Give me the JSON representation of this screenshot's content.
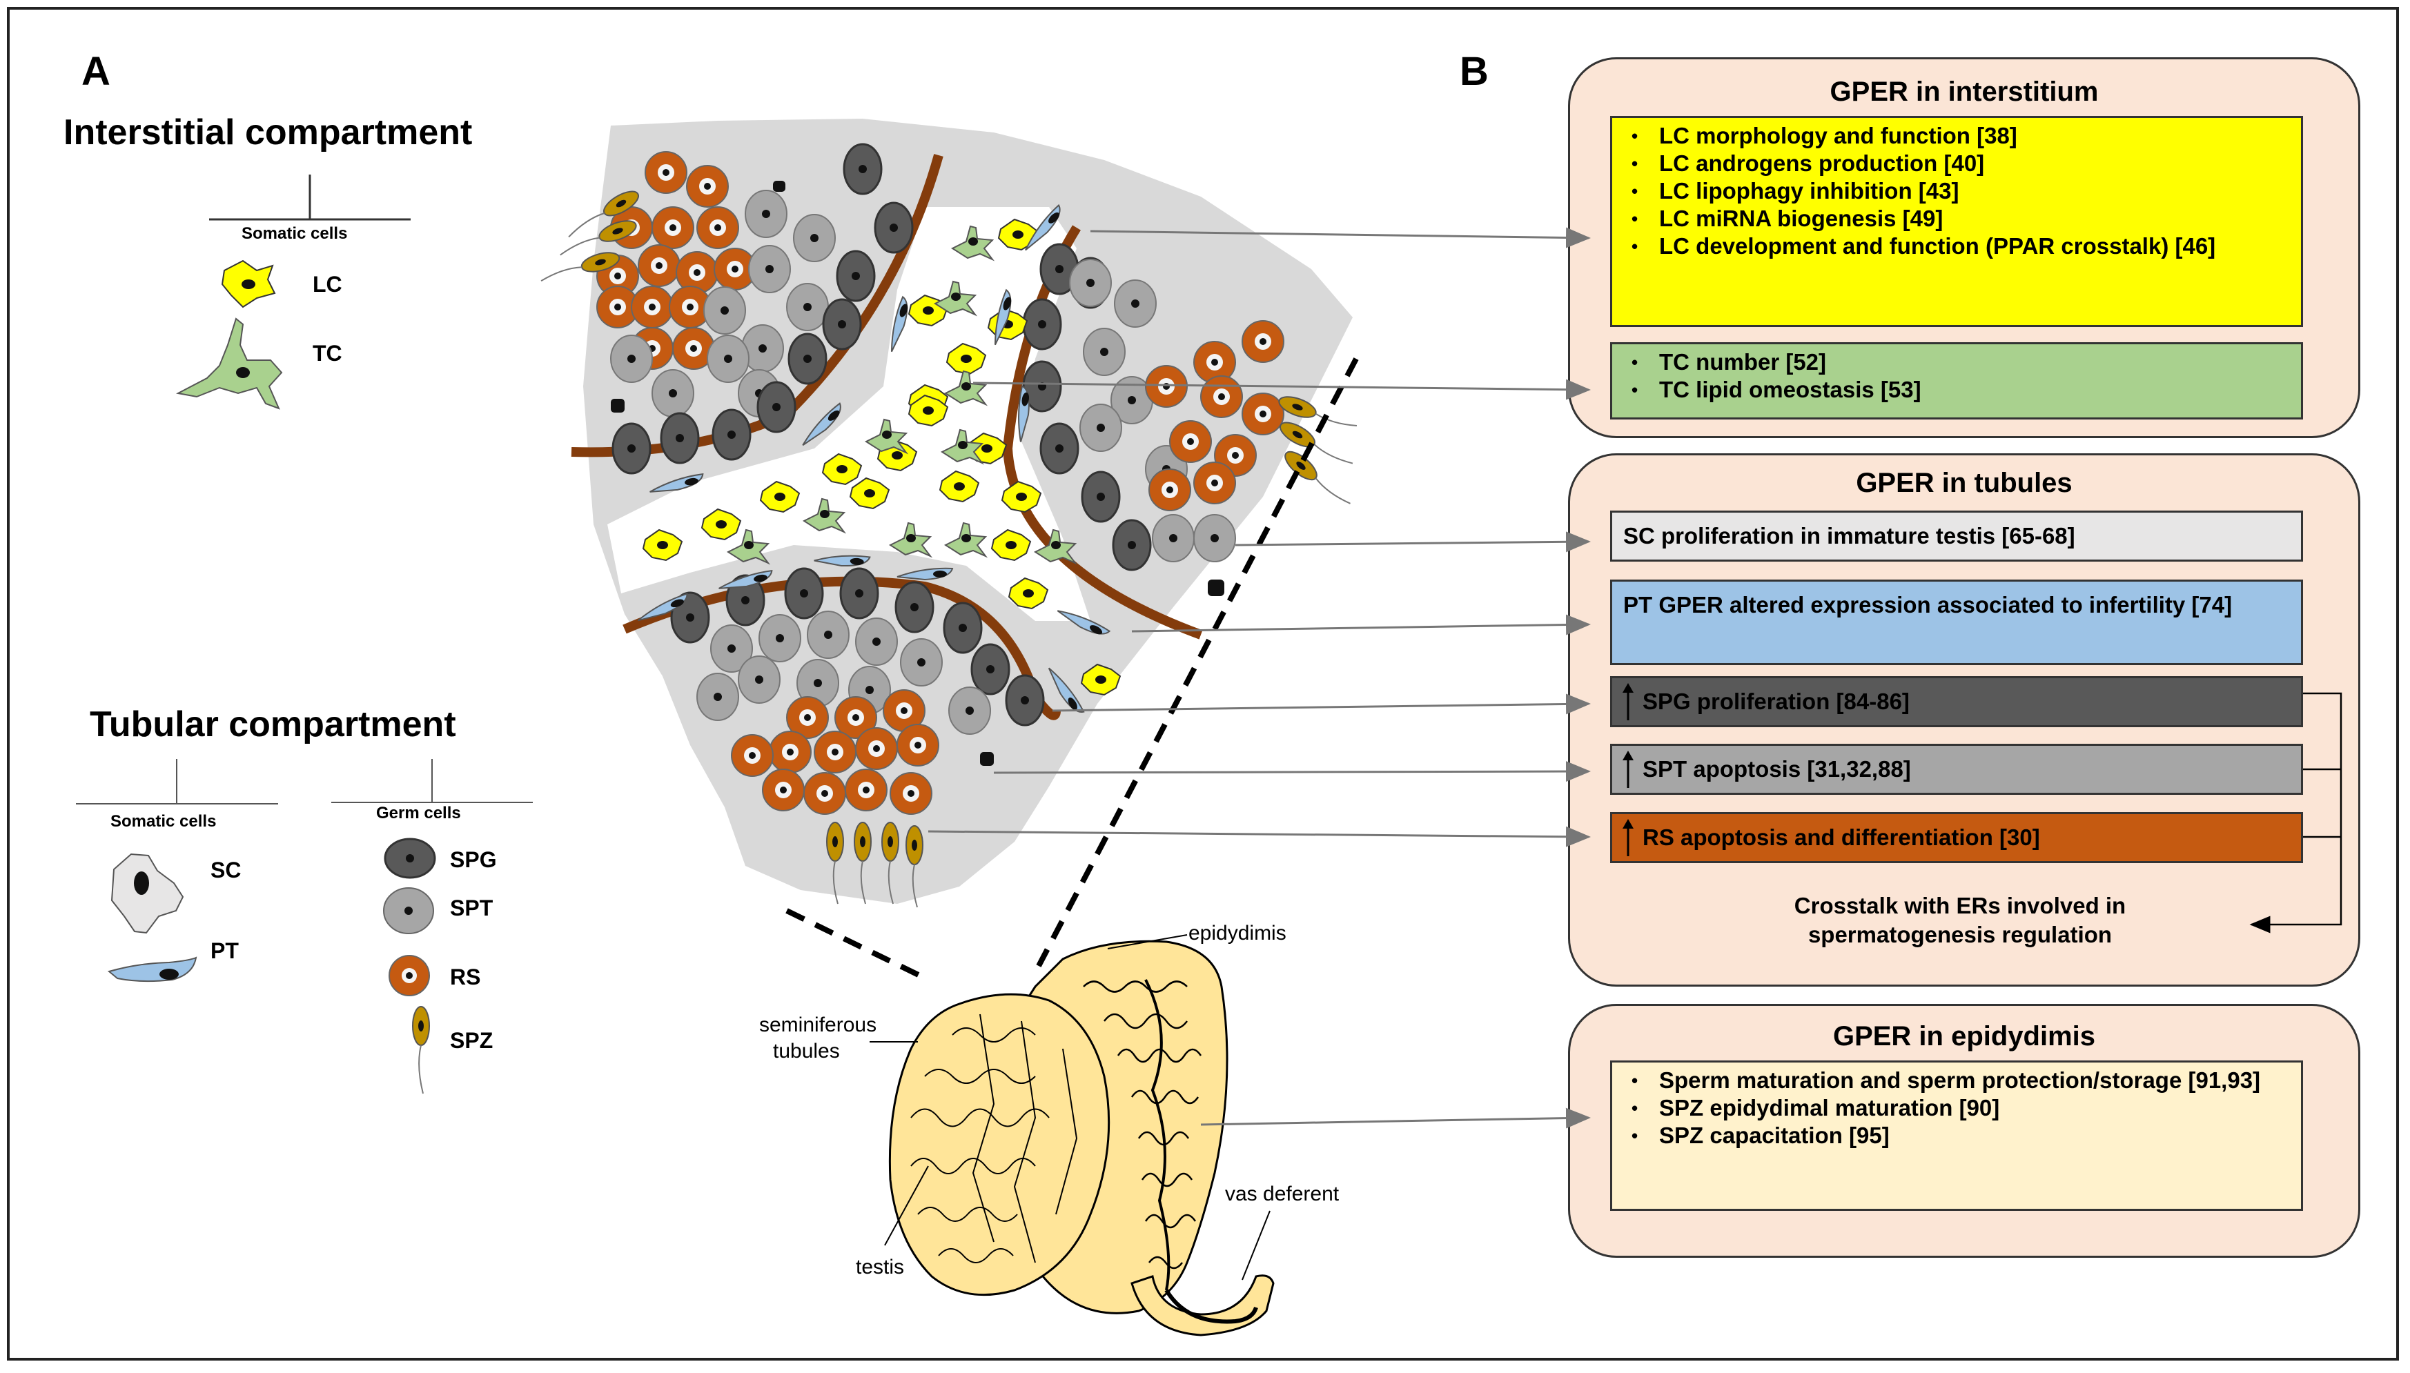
{
  "panels": {
    "a_label": "A",
    "b_label": "B"
  },
  "legend": {
    "interstitial_title": "Interstitial compartment",
    "interstitial_somatic_header": "Somatic cells",
    "lc": "LC",
    "tc": "TC",
    "tubular_title": "Tubular compartment",
    "tubular_somatic_header": "Somatic cells",
    "germ_header": "Germ cells",
    "sc": "SC",
    "pt": "PT",
    "spg": "SPG",
    "spt": "SPT",
    "rs": "RS",
    "spz": "SPZ"
  },
  "anatomy": {
    "epididymis_label": "epidydimis",
    "seminiferous_label_1": "seminiferous",
    "seminiferous_label_2": "tubules",
    "testis_label": "testis",
    "vas_label": "vas deferent"
  },
  "interstitium": {
    "title": "GPER in interstitium",
    "lc_items": [
      "LC morphology and function [38]",
      "LC androgens production [40]",
      "LC lipophagy inhibition [43]",
      "LC miRNA biogenesis [49]",
      "LC development and function (PPAR crosstalk) [46]"
    ],
    "tc_items": [
      "TC number [52]",
      "TC lipid omeostasis [53]"
    ]
  },
  "tubules": {
    "title": "GPER in tubules",
    "sc_text": "SC proliferation in immature testis [65-68]",
    "pt_text": "PT GPER altered expression associated to infertility [74]",
    "spg_text": "SPG proliferation [84-86]",
    "spt_text": "SPT apoptosis [31,32,88]",
    "rs_text": "RS apoptosis and differentiation [30]",
    "crosstalk_1": "Crosstalk with ERs involved in",
    "crosstalk_2": "spermatogenesis regulation"
  },
  "epididymis": {
    "title": "GPER in epidydimis",
    "items": [
      "Sperm maturation and sperm protection/storage [91,93]",
      "SPZ epidydimal maturation [90]",
      "SPZ capacitation [95]"
    ]
  },
  "colors": {
    "lc": "#ffff00",
    "tc": "#a9d18e",
    "sc": "#e7e6e6",
    "pt": "#9dc3e6",
    "spg": "#595959",
    "spt": "#a6a6a6",
    "rs": "#c55a11",
    "spz": "#bf9000",
    "panel_bg": "#fbe5d6",
    "epididymis_box": "#fff2cc",
    "testis_fill": "#ffe599"
  }
}
